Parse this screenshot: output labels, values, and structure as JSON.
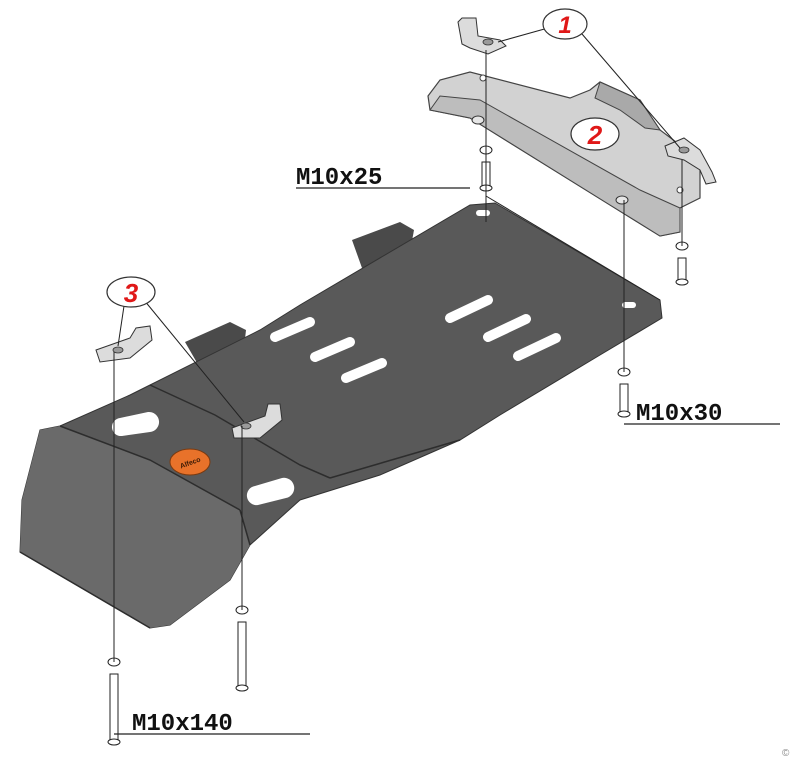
{
  "colors": {
    "main_plate": "#595959",
    "main_plate_light": "#747474",
    "main_plate_dark": "#3f3f3f",
    "small_plate": "#cfcfcf",
    "small_plate_dark": "#a9a9a9",
    "callout_number": "#e01818",
    "logo": "#e8722a",
    "line": "#222222"
  },
  "callouts": [
    {
      "id": "1",
      "part": "bracket pair"
    },
    {
      "id": "2",
      "part": "upper plate"
    },
    {
      "id": "3",
      "part": "bracket pair"
    }
  ],
  "bolt_labels": {
    "upper": "M10x25",
    "right": "M10x30",
    "bottom": "M10x140"
  },
  "logo_text": "Alfeco",
  "corner_mark": "©"
}
